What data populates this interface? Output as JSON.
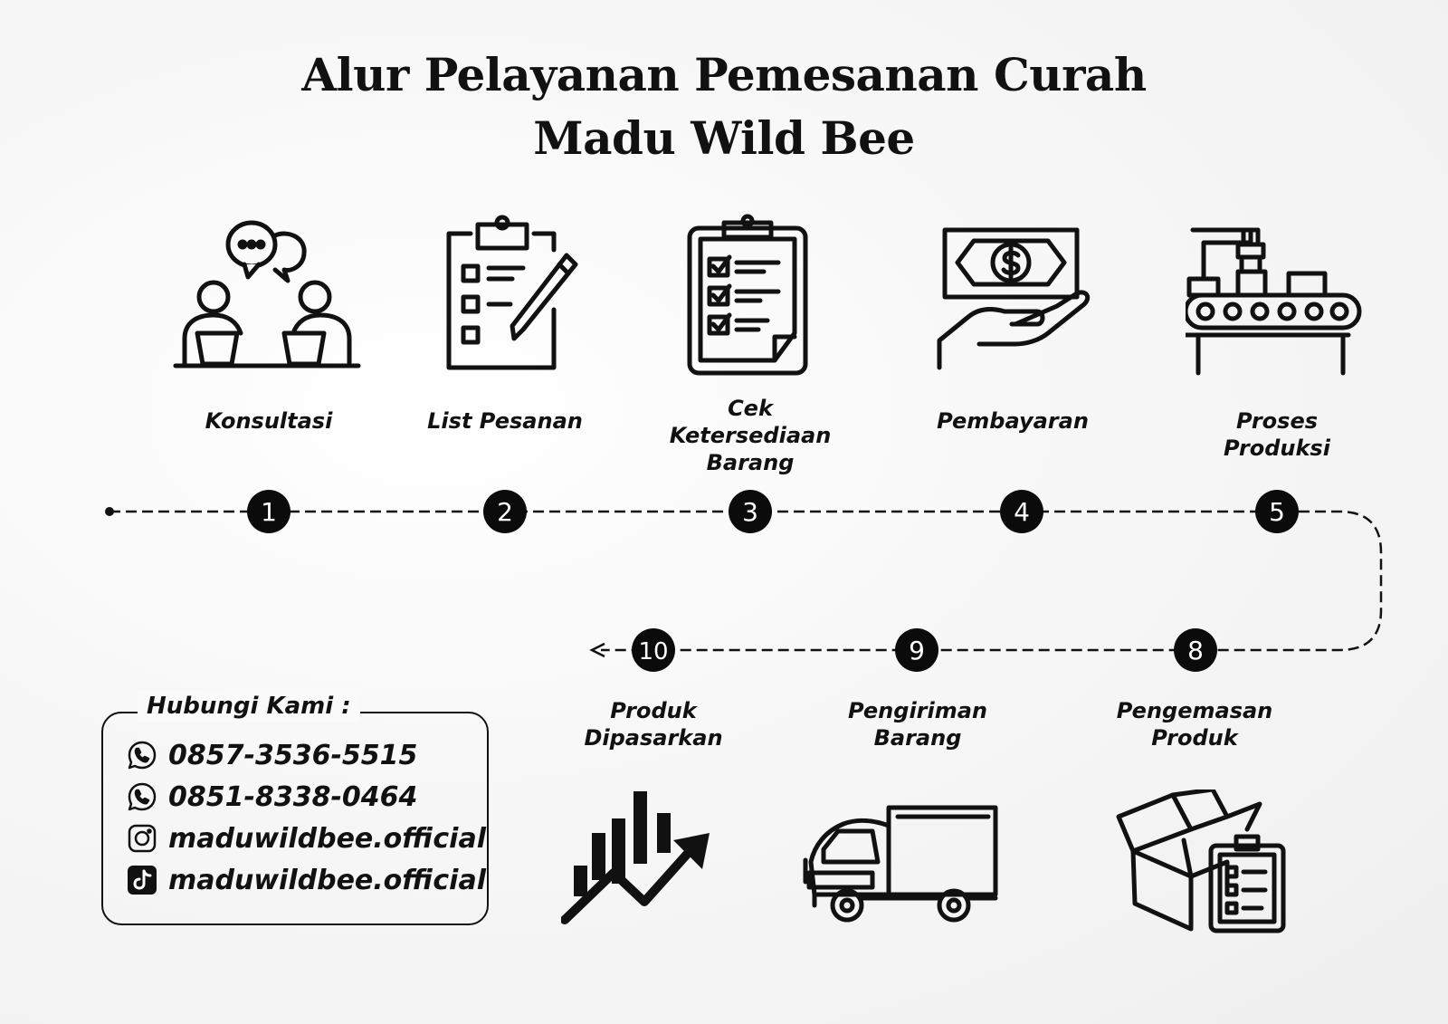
{
  "title": {
    "line1": "Alur Pelayanan Pemesanan Curah",
    "line2": "Madu Wild Bee"
  },
  "steps": [
    {
      "number": "1",
      "label": "Konsultasi",
      "icon": "consultation-icon"
    },
    {
      "number": "2",
      "label": "List Pesanan",
      "icon": "order-list-icon"
    },
    {
      "number": "3",
      "label": "Cek\nKetersediaan\nBarang",
      "icon": "checklist-clipboard-icon"
    },
    {
      "number": "4",
      "label": "Pembayaran",
      "icon": "payment-icon"
    },
    {
      "number": "5",
      "label": "Proses\nProduksi",
      "icon": "production-conveyor-icon"
    },
    {
      "number": "8",
      "label": "Pengemasan\nProduk",
      "icon": "packaging-box-icon"
    },
    {
      "number": "9",
      "label": "Pengiriman\nBarang",
      "icon": "delivery-truck-icon"
    },
    {
      "number": "10",
      "label": "Produk\nDipasarkan",
      "icon": "growth-chart-icon"
    }
  ],
  "contact": {
    "title": "Hubungi Kami :",
    "items": [
      {
        "icon": "whatsapp-icon",
        "text": "0857-3536-5515"
      },
      {
        "icon": "whatsapp-icon",
        "text": "0851-8338-0464"
      },
      {
        "icon": "instagram-icon",
        "text": "maduwildbee.official"
      },
      {
        "icon": "tiktok-icon",
        "text": "maduwildbee.official"
      }
    ]
  },
  "colors": {
    "ink": "#111111",
    "badge": "#0b0b0b",
    "background": "#f7f7f7"
  }
}
